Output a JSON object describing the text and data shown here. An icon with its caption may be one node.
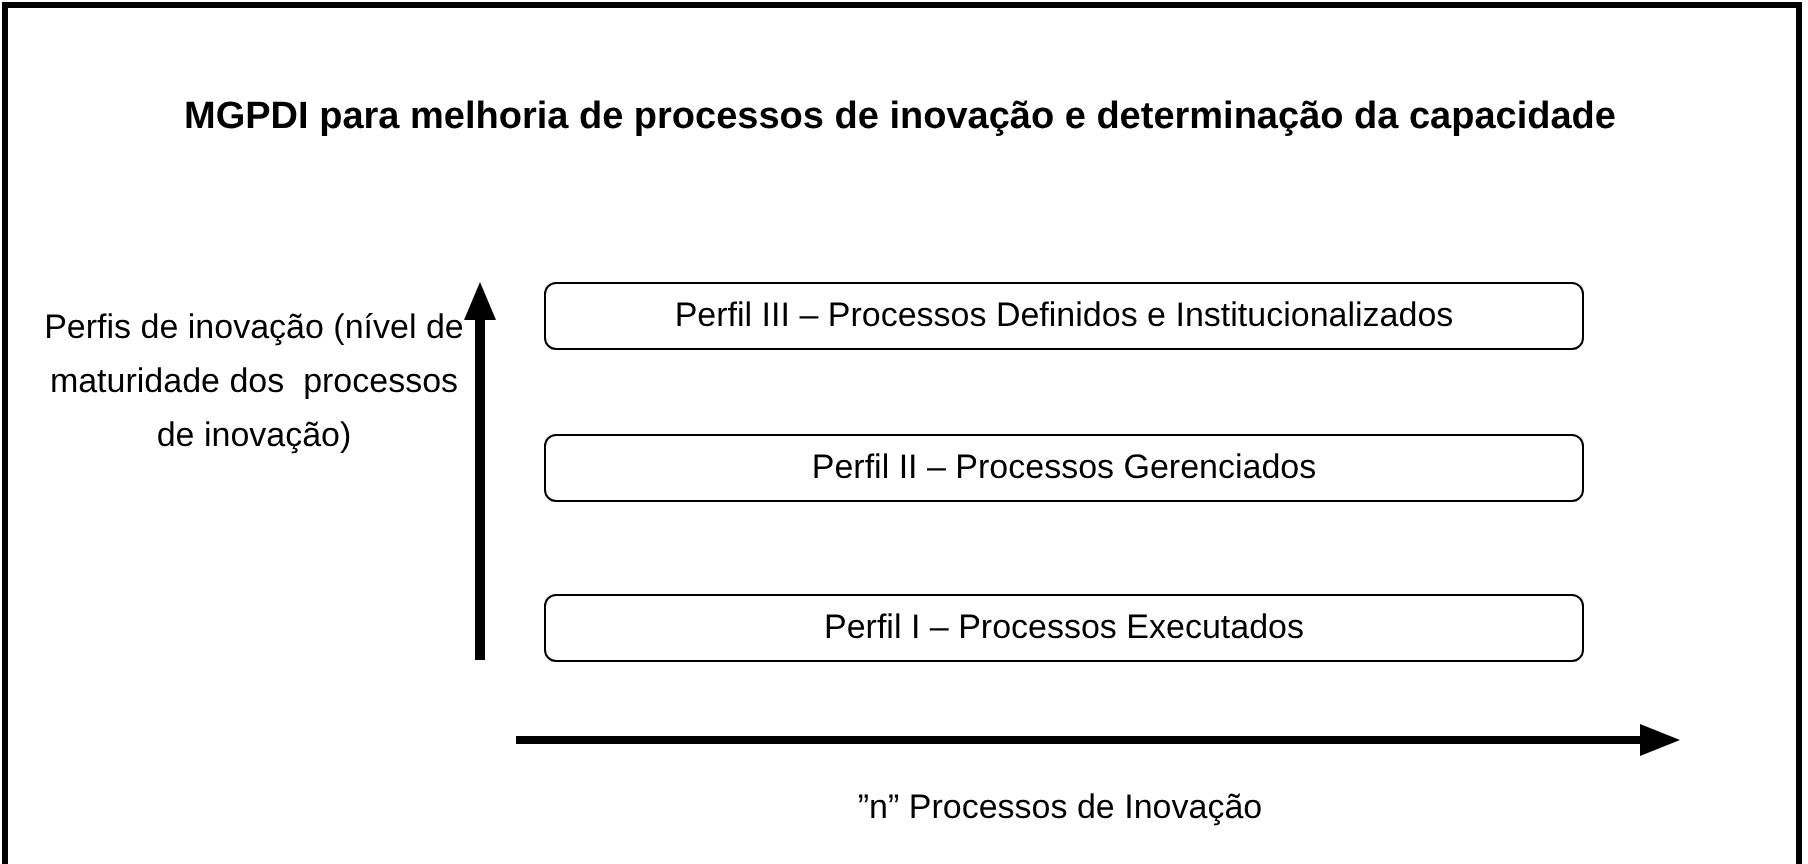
{
  "diagram": {
    "title": "MGPDI para melhoria de processos de inovação e determinação da capacidade",
    "nodes": [
      {
        "text": [
          "Perfil III – Processos Definidos e Institucionalizados"
        ]
      },
      {
        "text": [
          "Perfil II – Processos Gerenciados"
        ]
      },
      {
        "text": [
          "Perfil I – Processos Executados"
        ]
      }
    ],
    "labels": [
      "Perfis de inovação (nível de maturidade dos  processos de inovação)",
      "”n” Processos de Inovação"
    ]
  }
}
